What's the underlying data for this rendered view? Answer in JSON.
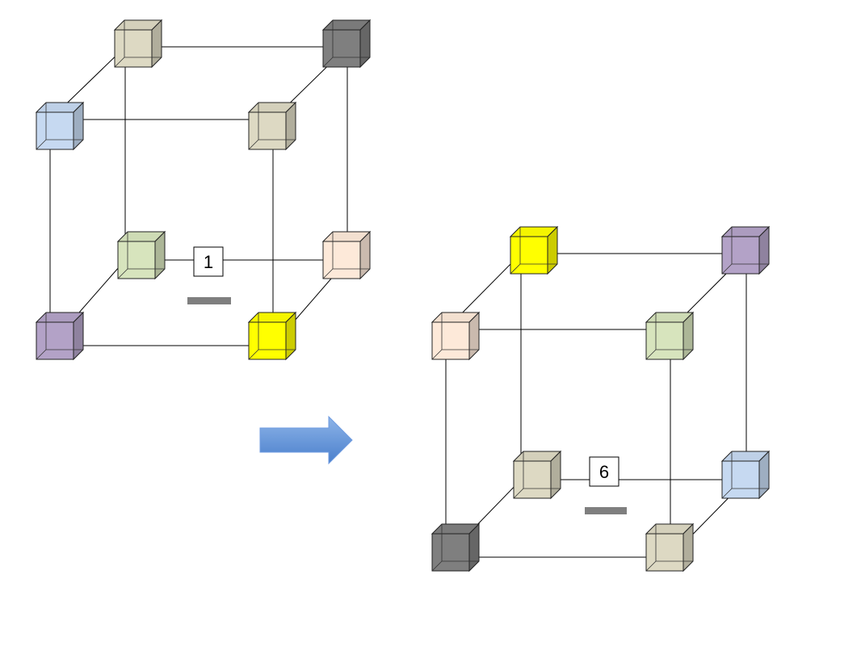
{
  "left_cube": {
    "label": "1",
    "corners": [
      {
        "position": "back-top-left",
        "color": "#ddd9c3"
      },
      {
        "position": "back-top-right",
        "color": "#7f7f7f"
      },
      {
        "position": "front-top-left",
        "color": "#c6d9f1"
      },
      {
        "position": "front-top-right",
        "color": "#ddd9c3"
      },
      {
        "position": "back-bottom-left",
        "color": "#d7e4bd"
      },
      {
        "position": "back-bottom-right",
        "color": "#fde9d9"
      },
      {
        "position": "front-bottom-left",
        "color": "#b3a2c7"
      },
      {
        "position": "front-bottom-right",
        "color": "#ffff00"
      }
    ]
  },
  "right_cube": {
    "label": "6",
    "corners": [
      {
        "position": "back-top-left",
        "color": "#ffff00"
      },
      {
        "position": "back-top-right",
        "color": "#b3a2c7"
      },
      {
        "position": "front-top-left",
        "color": "#fde9d9"
      },
      {
        "position": "front-top-right",
        "color": "#d7e4bd"
      },
      {
        "position": "back-bottom-left",
        "color": "#ddd9c3"
      },
      {
        "position": "back-bottom-right",
        "color": "#c6d9f1"
      },
      {
        "position": "front-bottom-left",
        "color": "#7f7f7f"
      },
      {
        "position": "front-bottom-right",
        "color": "#ddd9c3"
      }
    ]
  },
  "arrow": {
    "color": "#5b8fd6",
    "direction": "right"
  },
  "marker_color": "#7f7f7f"
}
